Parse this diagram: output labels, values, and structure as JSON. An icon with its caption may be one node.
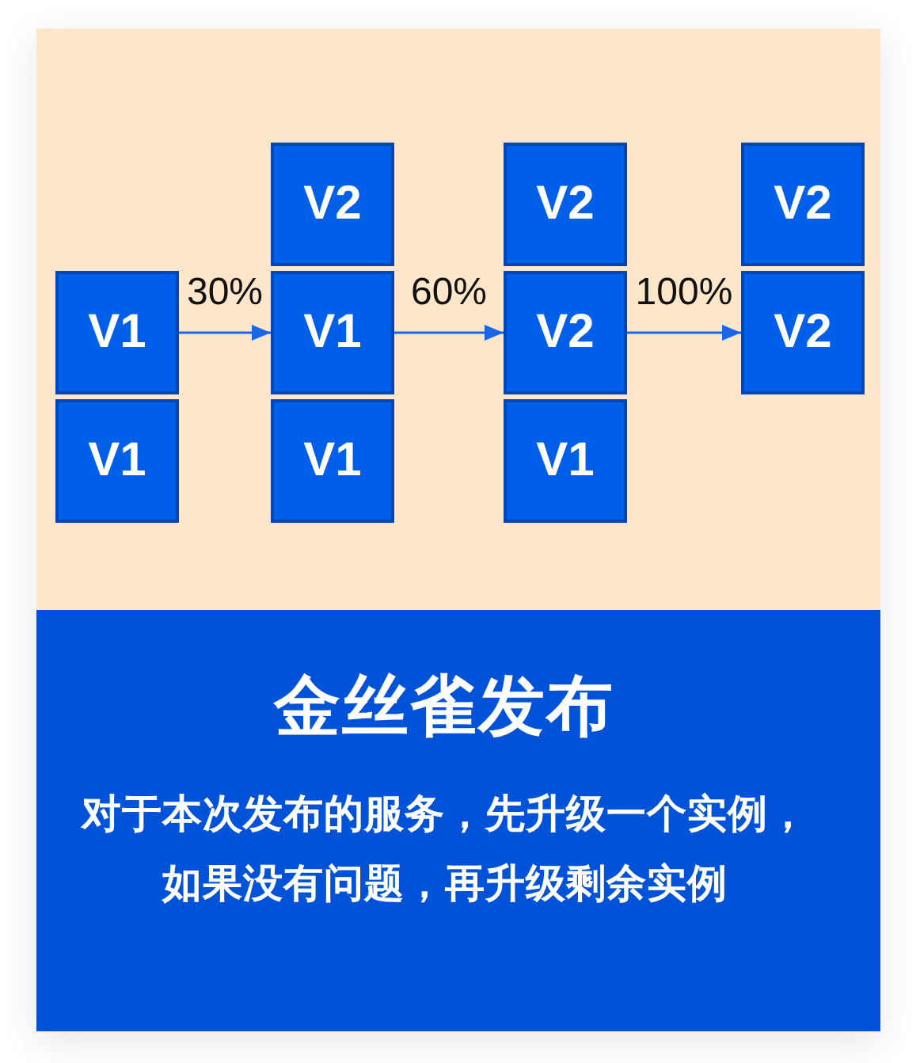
{
  "diagram": {
    "nodes": [
      {
        "text": [
          "V1"
        ]
      },
      {
        "text": [
          "V1"
        ]
      },
      {
        "text": [
          "V2"
        ]
      },
      {
        "text": [
          "V1"
        ]
      },
      {
        "text": [
          "V1"
        ]
      },
      {
        "text": [
          "V2"
        ]
      },
      {
        "text": [
          "V2"
        ]
      },
      {
        "text": [
          "V1"
        ]
      },
      {
        "text": [
          "V2"
        ]
      },
      {
        "text": [
          "V2"
        ]
      },
      {
        "text": [
          "金丝雀发布",
          "对于本次发布的服务，先升级一个实例，如果没有问题，再升级剩余实例"
        ]
      }
    ],
    "edges": [
      {
        "from": 0,
        "to": 3,
        "arrow": "to",
        "label": "30%"
      },
      {
        "from": 3,
        "to": 6,
        "arrow": "to",
        "label": "60%"
      },
      {
        "from": 6,
        "to": 9,
        "arrow": "to",
        "label": "100%"
      }
    ]
  }
}
